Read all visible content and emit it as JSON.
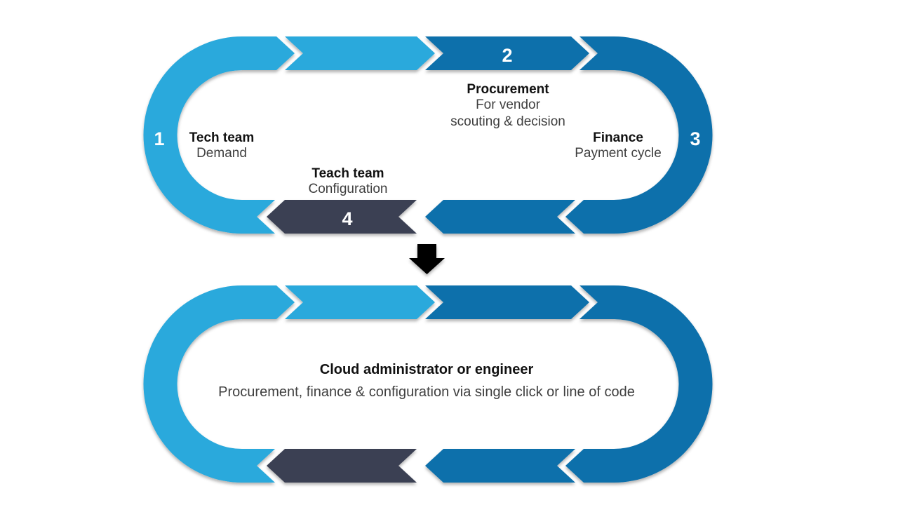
{
  "slide": {
    "background": "#FFFFFF"
  },
  "palette": {
    "light_blue": "#29A9DC",
    "dark_blue": "#0C70AB",
    "navy": "#3A3F53",
    "connector_black": "#000000",
    "number_text": "#FFFFFF",
    "title_text": "#111111",
    "subtitle_text": "#3F3F3F"
  },
  "top_loop": {
    "steps": [
      {
        "number": "1",
        "title": "Tech team",
        "lines": [
          "Demand"
        ]
      },
      {
        "number": "2",
        "title": "Procurement",
        "lines": [
          "For vendor",
          "scouting & decision"
        ]
      },
      {
        "number": "3",
        "title": "Finance",
        "lines": [
          "Payment cycle"
        ]
      },
      {
        "number": "4",
        "title": "Teach team",
        "lines": [
          "Configuration"
        ]
      }
    ]
  },
  "connector": {
    "icon": "down-arrow-icon"
  },
  "bottom_loop": {
    "title": "Cloud administrator or engineer",
    "subtitle": "Procurement, finance & configuration via single click or line of code"
  }
}
